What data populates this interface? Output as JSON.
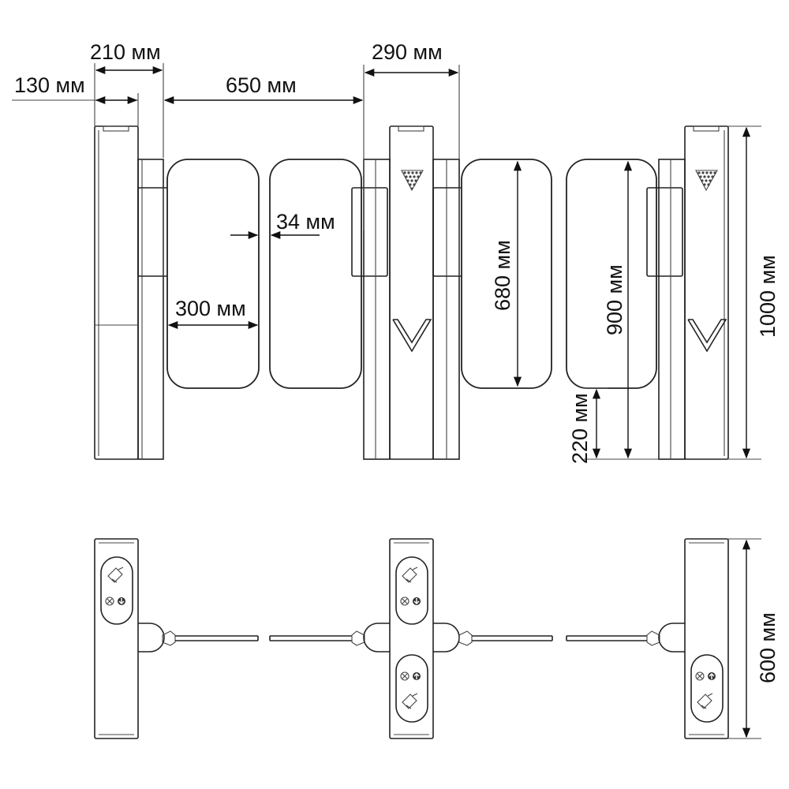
{
  "dimensions": {
    "cabinet_width": "130 мм",
    "post_width": "210 мм",
    "passage_width": "650 мм",
    "center_cabinet_width": "290 мм",
    "panel_thickness": "34 мм",
    "panel_width": "300 мм",
    "panel_height_short": "680 мм",
    "panel_height_tall": "900 мм",
    "ground_clearance": "220 мм",
    "total_height": "1000 мм",
    "depth": "600 мм"
  },
  "colors": {
    "stroke": "#222222",
    "background": "#ffffff"
  }
}
